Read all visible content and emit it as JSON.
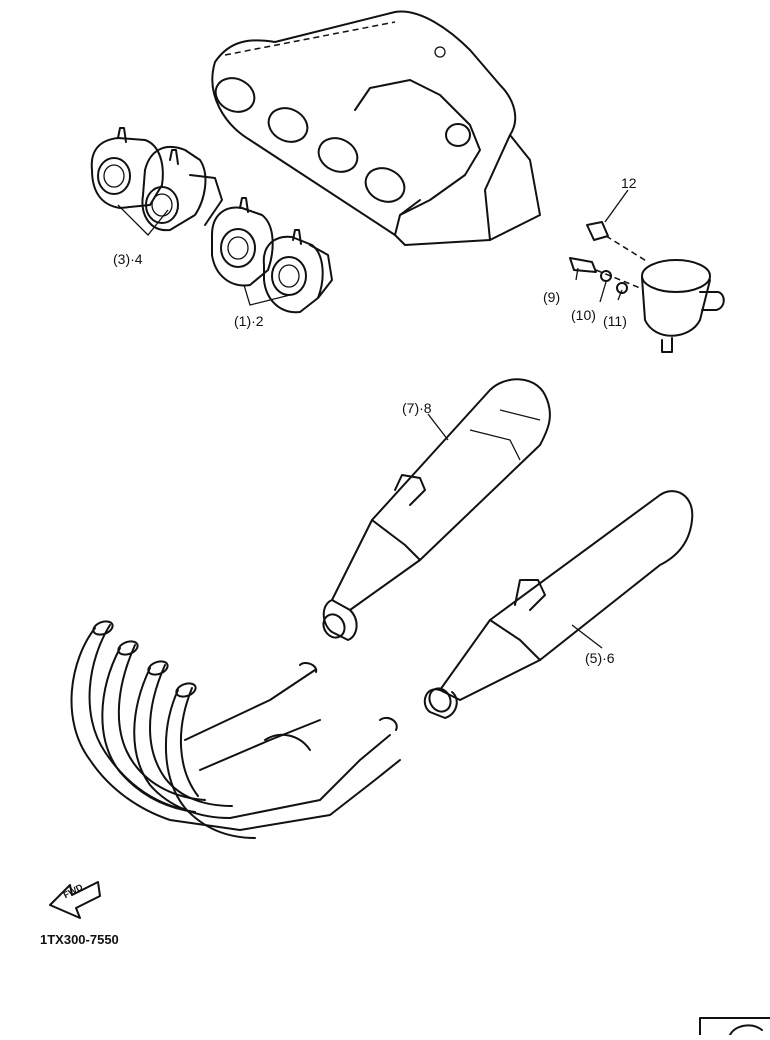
{
  "diagram": {
    "callouts": {
      "c12": "12",
      "c3_4": "(3)·4",
      "c1_2": "(1)·2",
      "c9": "(9)",
      "c10": "(10)",
      "c11": "(11)",
      "c7_8": "(7)·8",
      "c5_6": "(5)·6"
    },
    "front_arrow_text": "FWD",
    "diagram_code": "1TX300-7550"
  }
}
